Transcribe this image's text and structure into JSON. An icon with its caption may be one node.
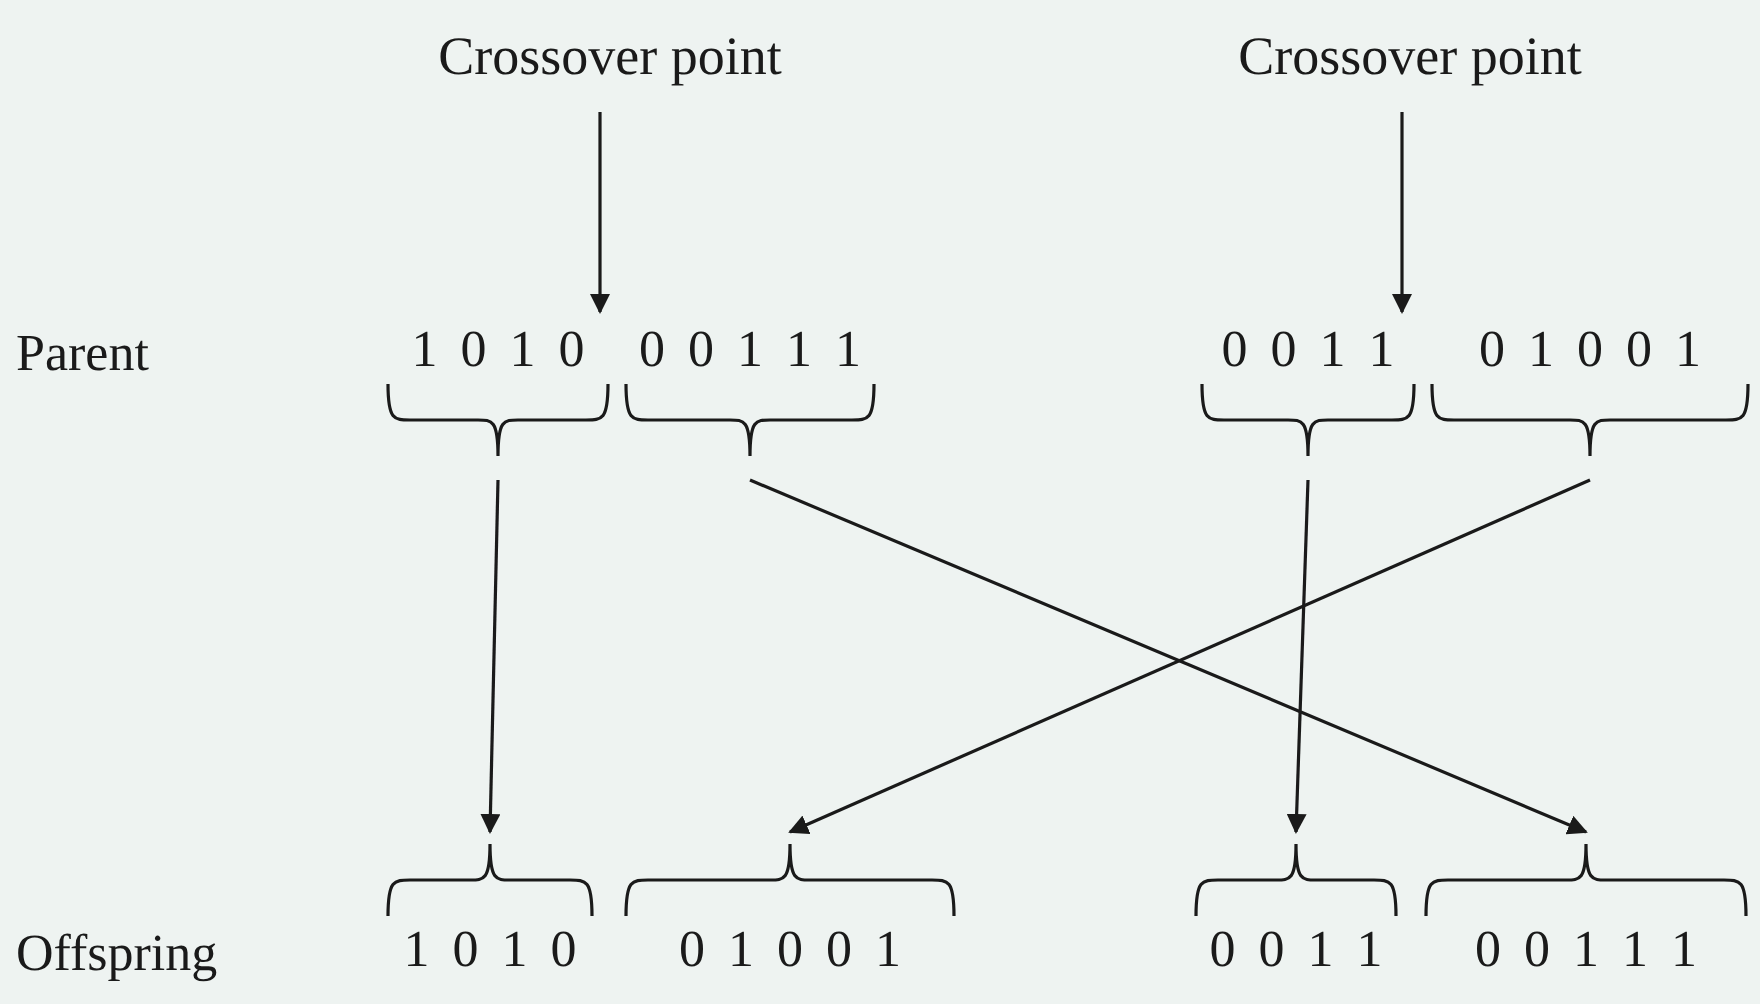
{
  "diagram": {
    "nodes": [
      {
        "text": [
          "Crossover point"
        ]
      },
      {
        "text": [
          "Crossover point"
        ]
      },
      {
        "text": [
          "1 0 1 0"
        ]
      },
      {
        "text": [
          "0 0 1 1 1"
        ]
      },
      {
        "text": [
          "0 0 1 1"
        ]
      },
      {
        "text": [
          "0 1 0 0 1"
        ]
      },
      {
        "text": [
          "1 0 1 0"
        ]
      },
      {
        "text": [
          "0 1 0 0 1"
        ]
      },
      {
        "text": [
          "0 0 1 1"
        ]
      },
      {
        "text": [
          "0 0 1 1 1"
        ]
      }
    ],
    "edges": [
      {
        "from": 0,
        "to": 2,
        "arrow": "to"
      },
      {
        "from": 1,
        "to": 4,
        "arrow": "to"
      },
      {
        "from": 2,
        "to": 6,
        "arrow": "to"
      },
      {
        "from": 3,
        "to": 9,
        "arrow": "to"
      },
      {
        "from": 4,
        "to": 8,
        "arrow": "to"
      },
      {
        "from": 5,
        "to": 7,
        "arrow": "to"
      }
    ],
    "labels": [
      "Parent",
      "Offspring"
    ]
  }
}
